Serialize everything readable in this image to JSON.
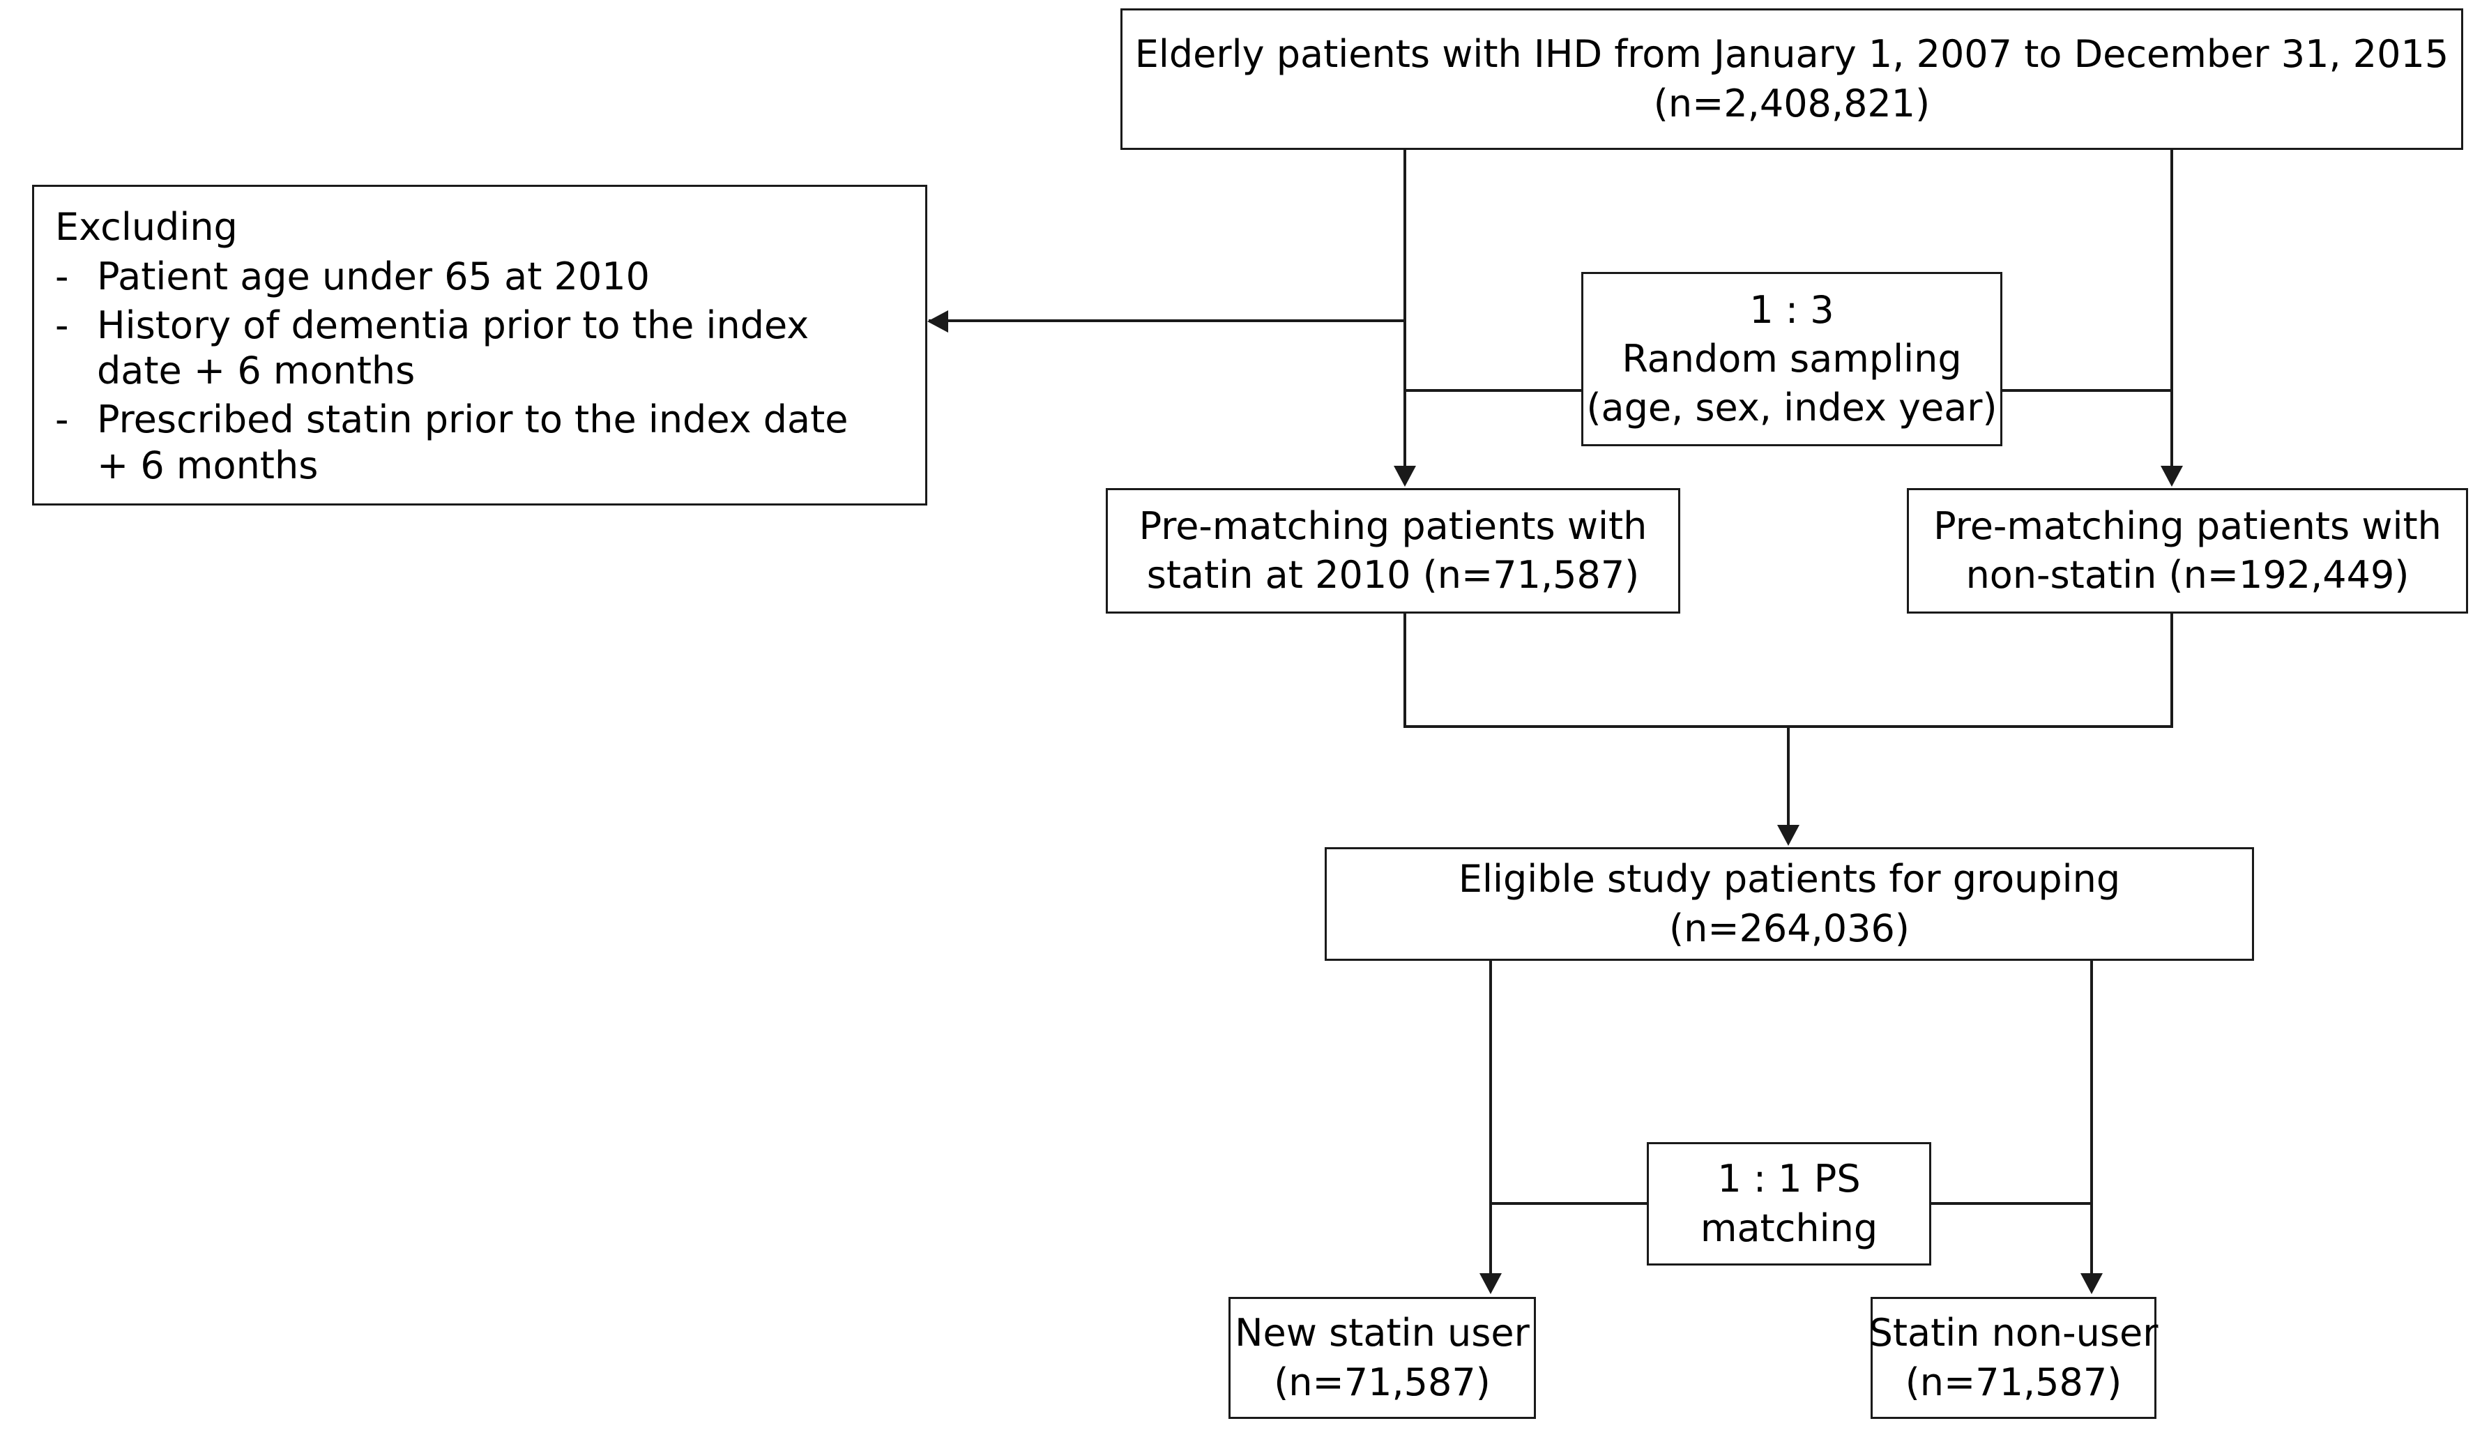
{
  "diagram": {
    "title": "Study population flow diagram",
    "type": "flowchart",
    "line_color": "#1a1a1a",
    "background_color": "#ffffff"
  },
  "nodes": {
    "cohort": {
      "line1": "Elderly patients with IHD from January 1, 2007 to December 31, 2015",
      "line2": "(n=2,408,821)",
      "n": "2,408,821"
    },
    "exclusion": {
      "heading": "Excluding",
      "bullet_marker": "-",
      "items": [
        {
          "line1": "Patient age under 65 at 2010",
          "line2": ""
        },
        {
          "line1": "History of dementia prior to the index",
          "line2": "date + 6 months"
        },
        {
          "line1": "Prescribed statin prior to the index date",
          "line2": "+ 6 months"
        }
      ]
    },
    "sampling": {
      "line1": "1 : 3",
      "line2": "Random sampling",
      "line3": "(age, sex, index year)"
    },
    "pre_matching_statin": {
      "line1": "Pre-matching patients with",
      "line2": "statin at 2010 (n=71,587)",
      "n": "71,587"
    },
    "pre_matching_non_statin": {
      "line1": "Pre-matching patients with",
      "line2": "non-statin (n=192,449)",
      "n": "192,449"
    },
    "eligible": {
      "line1": "Eligible study patients for grouping",
      "line2": "(n=264,036)",
      "n": "264,036"
    },
    "ps_matching": {
      "line1": "1 : 1 PS",
      "line2": "matching"
    },
    "new_statin_user": {
      "line1": "New statin user",
      "line2": "(n=71,587)",
      "n": "71,587"
    },
    "statin_non_user": {
      "line1": "Statin non-user",
      "line2": "(n=71,587)",
      "n": "71,587"
    }
  }
}
